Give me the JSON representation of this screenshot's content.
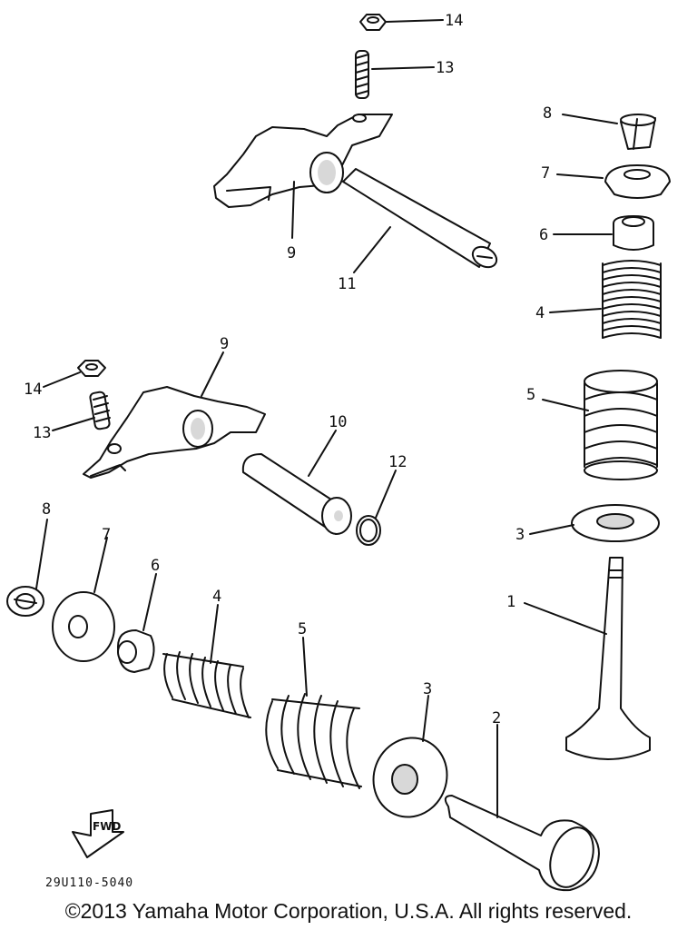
{
  "diagram": {
    "callouts": [
      {
        "id": "c14a",
        "label": "14"
      },
      {
        "id": "c13a",
        "label": "13"
      },
      {
        "id": "c9a",
        "label": "9"
      },
      {
        "id": "c11",
        "label": "11"
      },
      {
        "id": "c8a",
        "label": "8"
      },
      {
        "id": "c7a",
        "label": "7"
      },
      {
        "id": "c6a",
        "label": "6"
      },
      {
        "id": "c4a",
        "label": "4"
      },
      {
        "id": "c5a",
        "label": "5"
      },
      {
        "id": "c3a",
        "label": "3"
      },
      {
        "id": "c1",
        "label": "1"
      },
      {
        "id": "c9b",
        "label": "9"
      },
      {
        "id": "c14b",
        "label": "14"
      },
      {
        "id": "c13b",
        "label": "13"
      },
      {
        "id": "c10",
        "label": "10"
      },
      {
        "id": "c12",
        "label": "12"
      },
      {
        "id": "c8b",
        "label": "8"
      },
      {
        "id": "c7b",
        "label": "7"
      },
      {
        "id": "c6b",
        "label": "6"
      },
      {
        "id": "c4b",
        "label": "4"
      },
      {
        "id": "c5b",
        "label": "5"
      },
      {
        "id": "c3b",
        "label": "3"
      },
      {
        "id": "c2",
        "label": "2"
      }
    ],
    "fwd_marker": "FWD",
    "reference_code": "29U110-5040"
  },
  "footer": {
    "copyright": "©2013 Yamaha Motor Corporation, U.S.A. All rights reserved."
  }
}
